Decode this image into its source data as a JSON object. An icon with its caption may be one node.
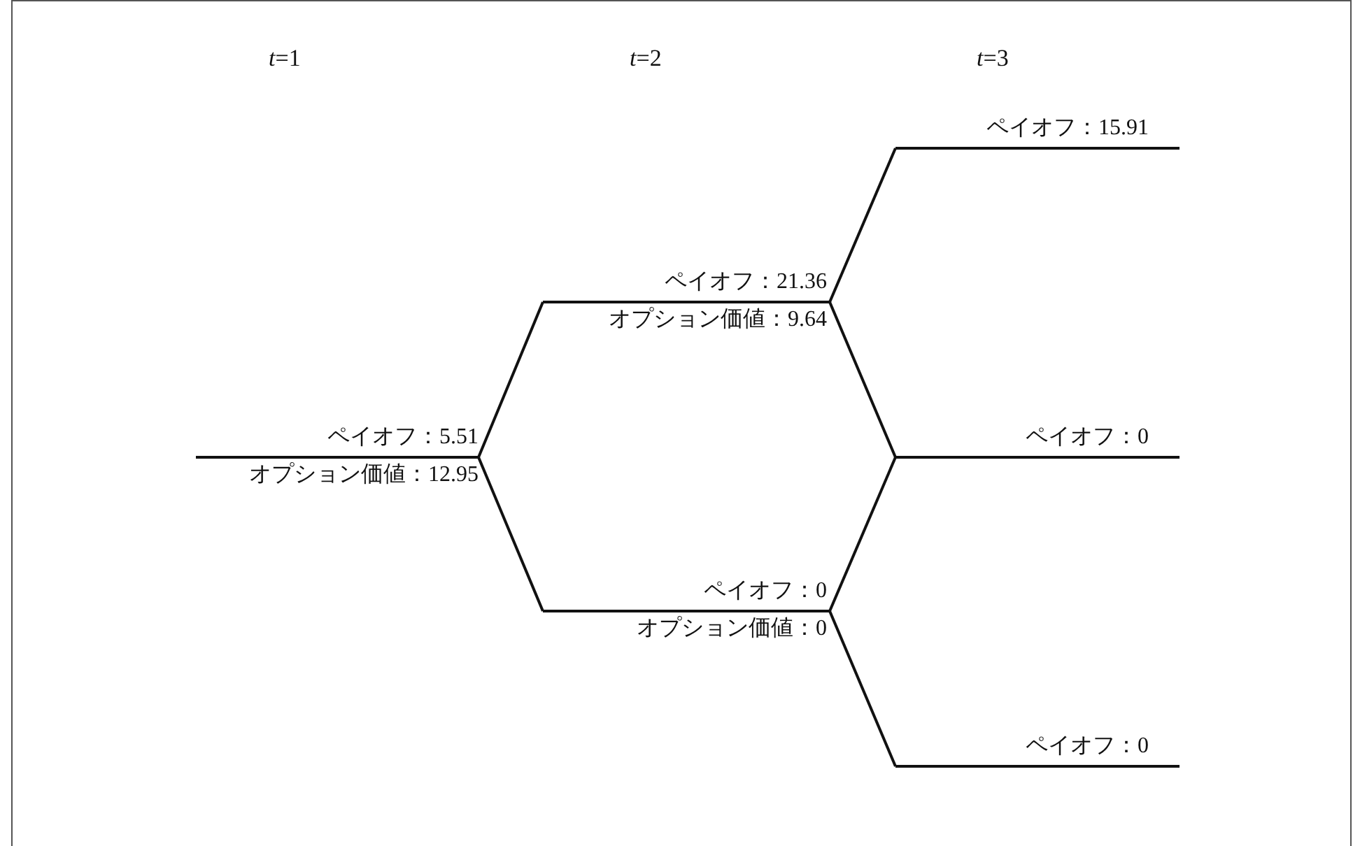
{
  "diagram": {
    "nodes": [
      {
        "text": [
          "ペイオフ：5.51",
          "オプション価値：12.95"
        ]
      },
      {
        "text": [
          "ペイオフ：21.36",
          "オプション価値：9.64"
        ]
      },
      {
        "text": [
          "ペイオフ：0",
          "オプション価値：0"
        ]
      },
      {
        "text": [
          "ペイオフ：15.91"
        ]
      },
      {
        "text": [
          "ペイオフ：0"
        ]
      },
      {
        "text": [
          "ペイオフ：0"
        ]
      }
    ],
    "edges": [
      {
        "from": 0,
        "to": 1,
        "arrow": "none"
      },
      {
        "from": 0,
        "to": 2,
        "arrow": "none"
      },
      {
        "from": 1,
        "to": 3,
        "arrow": "none"
      },
      {
        "from": 1,
        "to": 4,
        "arrow": "none"
      },
      {
        "from": 2,
        "to": 4,
        "arrow": "none"
      },
      {
        "from": 2,
        "to": 5,
        "arrow": "none"
      }
    ],
    "labels": [
      "*t*=1",
      "*t*=2",
      "*t*=3"
    ]
  }
}
